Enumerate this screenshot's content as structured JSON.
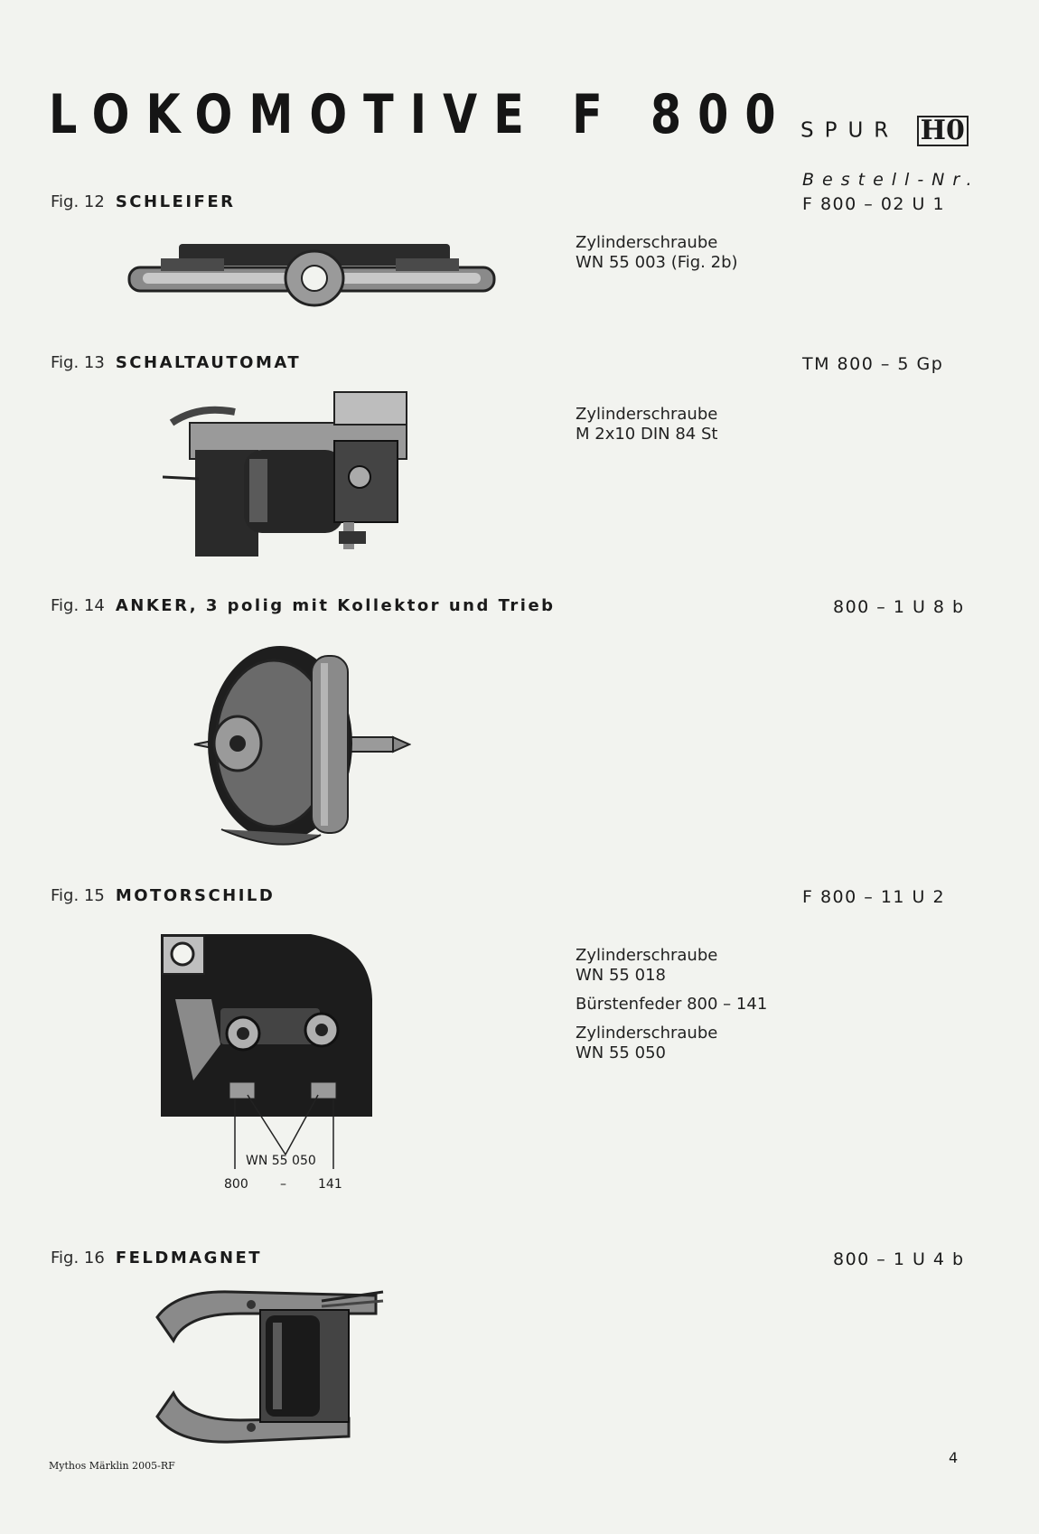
{
  "header": {
    "title": "LOKOMOTIVE F 800",
    "spur_label": "SPUR",
    "spur_logo": "H0",
    "bestell_label": "Bestell-Nr."
  },
  "figures": [
    {
      "fig": "Fig. 12",
      "name": "SCHLEIFER",
      "order_no": "F   800  –  02 U 1",
      "notes": [
        "Zylinderschraube",
        "WN  55 003  (Fig.  2b)"
      ]
    },
    {
      "fig": "Fig. 13",
      "name": "SCHALTAUTOMAT",
      "order_no": "TM  800  –  5 Gp",
      "notes": [
        "Zylinderschraube",
        "M  2x10  DIN  84  St"
      ]
    },
    {
      "fig": "Fig. 14",
      "name": "ANKER, 3 polig mit Kollektor und Trieb",
      "order_no": "800  –  1 U 8 b",
      "notes": []
    },
    {
      "fig": "Fig. 15",
      "name": "MOTORSCHILD",
      "order_no": "F   800  –  11 U 2",
      "notes": [
        "Zylinderschraube",
        "WN  55 018",
        "Bürstenfeder  800  –  141",
        "Zylinderschraube",
        "WN  55 050"
      ],
      "callouts": {
        "wn": "WN  55 050",
        "left": "800",
        "dash": "–",
        "right": "141"
      }
    },
    {
      "fig": "Fig. 16",
      "name": "FELDMAGNET",
      "order_no": "800  –  1 U 4 b",
      "notes": []
    }
  ],
  "footer": {
    "source": "Mythos Märklin 2005-RF",
    "page": "4"
  }
}
